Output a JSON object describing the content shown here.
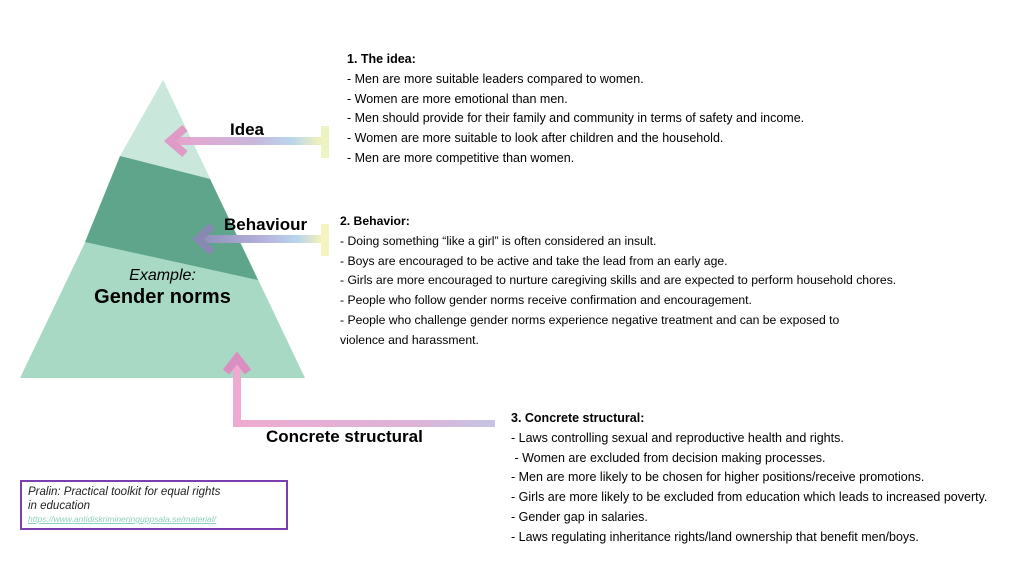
{
  "diagram": {
    "center": {
      "example_label": "Example:",
      "title": "Gender norms"
    },
    "levels": [
      {
        "key": "idea",
        "label": "Idea"
      },
      {
        "key": "behaviour",
        "label": "Behaviour"
      },
      {
        "key": "structural",
        "label": "Concrete structural"
      }
    ],
    "colors": {
      "pyramid_light": "#c9e7db",
      "pyramid_base": "#a8d9c4",
      "pyramid_band": "#5fa58c",
      "arrow_pink": "#e9a3cc",
      "arrow_blue": "#b9d6ec",
      "arrow_yellow": "#f3f3b8",
      "source_border": "#7b3fb0"
    }
  },
  "sections": {
    "idea": {
      "heading": "1. The idea:",
      "items": [
        "- Men are more suitable leaders compared to women.",
        "- Women are more emotional than men.",
        "- Men should provide for their family and community in terms of safety and income.",
        "- Women are more suitable to look after children and the household.",
        "- Men are more competitive than women."
      ]
    },
    "behavior": {
      "heading": "2. Behavior:",
      "items": [
        "- Doing something “like a girl” is often considered an insult.",
        "- Boys are encouraged to be active and take the lead from an early age.",
        "- Girls are more encouraged to nurture caregiving skills and are expected to perform household chores.",
        "- People who follow gender norms receive confirmation and encouragement.",
        "- People who challenge gender norms experience negative treatment and can be exposed to",
        "violence and harassment."
      ]
    },
    "structural": {
      "heading": "3. Concrete structural:",
      "items": [
        "- Laws controlling sexual and reproductive health and rights.",
        " - Women are excluded from decision making processes.",
        "- Men are more likely to be chosen for higher positions/receive promotions.",
        "- Girls are more likely to be excluded from education which leads to increased poverty.",
        "- Gender gap in salaries.",
        "- Laws regulating inheritance rights/land ownership that benefit men/boys."
      ]
    }
  },
  "source": {
    "title_line1": "Pralin: Practical toolkit for equal rights",
    "title_line2": "in education",
    "url": "https://www.antidiskrimineringuppsala.se/material/"
  }
}
